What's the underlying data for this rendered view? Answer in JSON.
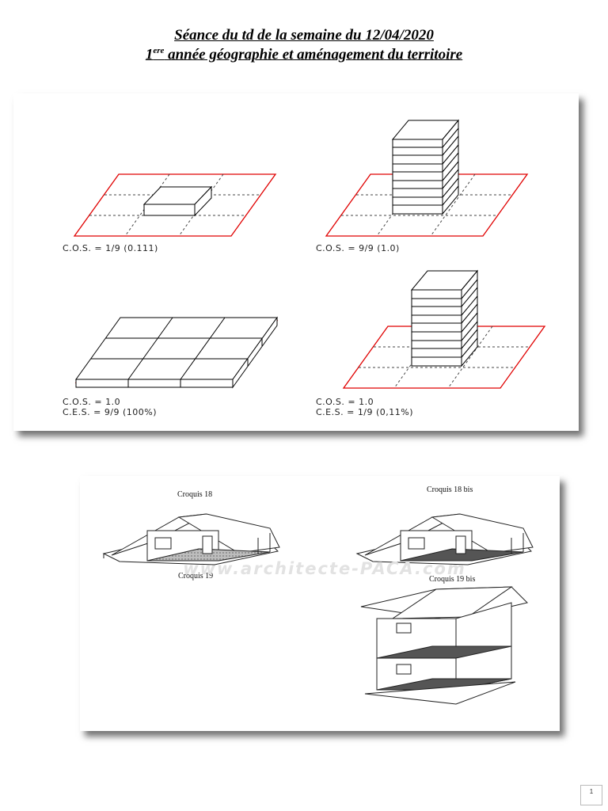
{
  "header": {
    "line1": "Séance du td de la semaine du 12/04/2020",
    "line2_sup_prefix": "1",
    "line2_sup": "ere",
    "line2_rest": " année géographie et aménagement du territoire"
  },
  "cos_figure": {
    "captions": [
      {
        "line1": "C.O.S. = 1/9 (0.111)"
      },
      {
        "line1": "C.O.S. = 9/9 (1.0)"
      },
      {
        "line1": "C.O.S. = 1.0",
        "line2": "C.E.S. = 9/9 (100%)"
      },
      {
        "line1": "C.O.S. = 1.0",
        "line2": "C.E.S. = 1/9 (0,11%)"
      }
    ]
  },
  "sketch_figure": {
    "labels": [
      "Croquis 18",
      "Croquis 18 bis",
      "Croquis 19",
      "Croquis 19 bis"
    ],
    "watermark": "www.architecte-PACA.com"
  },
  "page_number": "1"
}
